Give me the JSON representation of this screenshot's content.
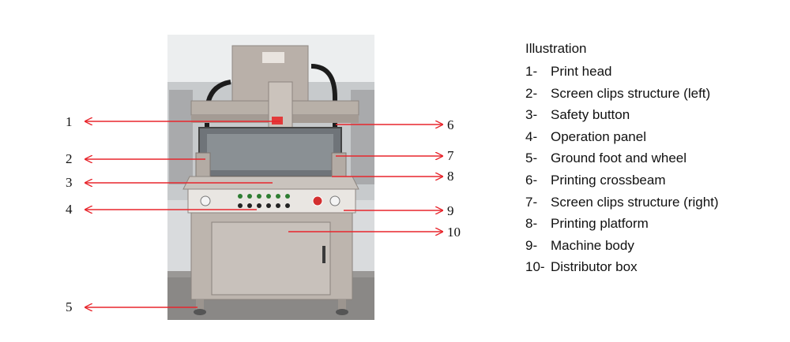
{
  "legend": {
    "title": "Illustration",
    "items": [
      {
        "num": "1-",
        "label": "Print head"
      },
      {
        "num": "2-",
        "label": "Screen clips structure (left)"
      },
      {
        "num": "3-",
        "label": "Safety button"
      },
      {
        "num": "4-",
        "label": "Operation panel"
      },
      {
        "num": "5-",
        "label": "Ground foot and wheel"
      },
      {
        "num": "6-",
        "label": "Printing crossbeam"
      },
      {
        "num": "7-",
        "label": "Screen clips structure (right)"
      },
      {
        "num": "8-",
        "label": "Printing platform"
      },
      {
        "num": "9-",
        "label": "Machine body"
      },
      {
        "num": "10-",
        "label": "Distributor box"
      }
    ]
  },
  "callouts": {
    "n1": "1",
    "n2": "2",
    "n3": "3",
    "n4": "4",
    "n5": "5",
    "n6": "6",
    "n7": "7",
    "n8": "8",
    "n9": "9",
    "n10": "10"
  },
  "colors": {
    "arrow": "#e8262d",
    "machine": "#bdb5ae",
    "panel": "#e9e6e2"
  }
}
